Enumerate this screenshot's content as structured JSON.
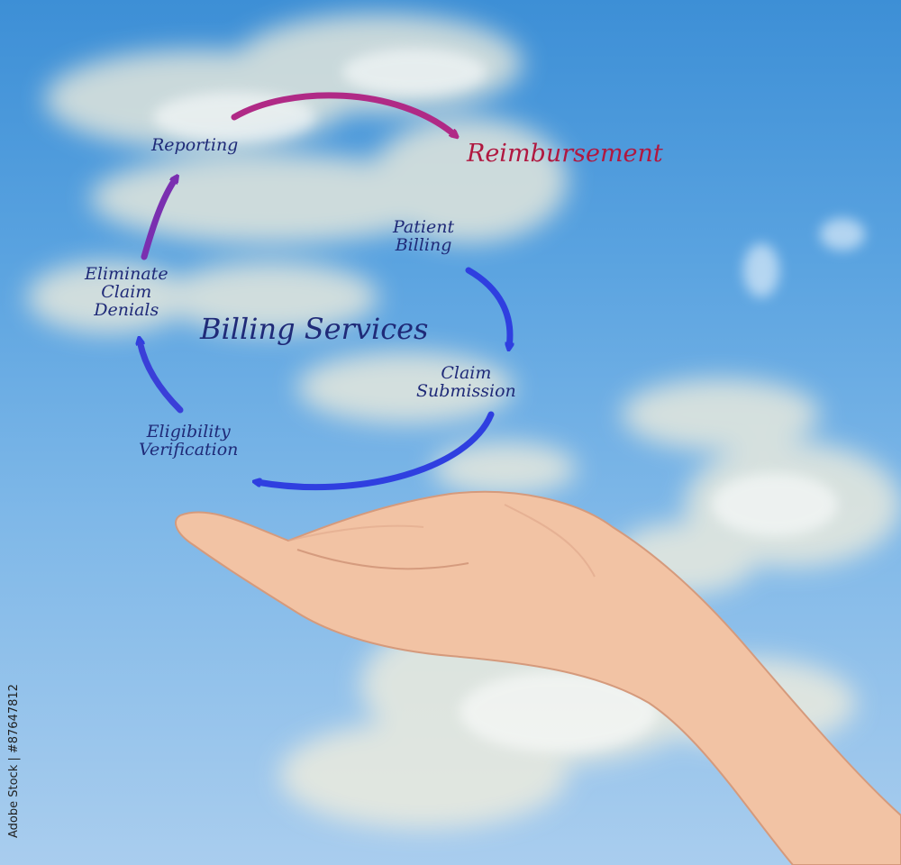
{
  "diagram": {
    "title": "Billing Services",
    "outcome": "Reimbursement",
    "steps": {
      "reporting": "Reporting",
      "patient_billing": [
        "Patient",
        "Billing"
      ],
      "claim_submission": [
        "Claim",
        "Submission"
      ],
      "eligibility_verification": [
        "Eligibility",
        "Verification"
      ],
      "eliminate_claim_denials": [
        "Eliminate",
        "Claim",
        "Denials"
      ]
    }
  },
  "stock_id": "Adobe Stock | #87647812",
  "colors": {
    "text": "#1f2a78",
    "outcome": "#b01840",
    "arrow_blue": "#2f3fe0",
    "arrow_purple": "#7a2fb0",
    "arrow_magenta": "#b02a86"
  }
}
